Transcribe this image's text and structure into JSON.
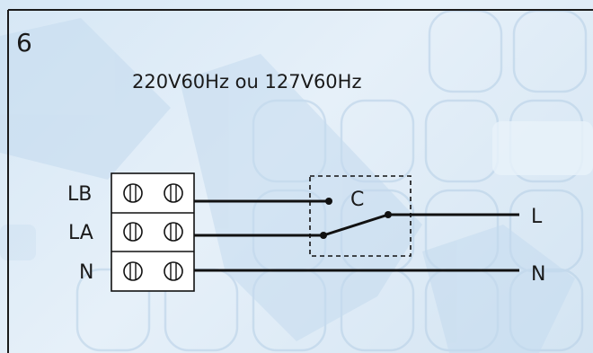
{
  "step_number": "6",
  "voltage_label": "220V60Hz ou 127V60Hz",
  "terminals": [
    {
      "label": "LB"
    },
    {
      "label": "LA"
    },
    {
      "label": "N"
    }
  ],
  "switch_label": "C",
  "right_labels": {
    "line": "L",
    "neutral": "N"
  },
  "colors": {
    "background": "#dbe9f6",
    "line": "#111111"
  }
}
